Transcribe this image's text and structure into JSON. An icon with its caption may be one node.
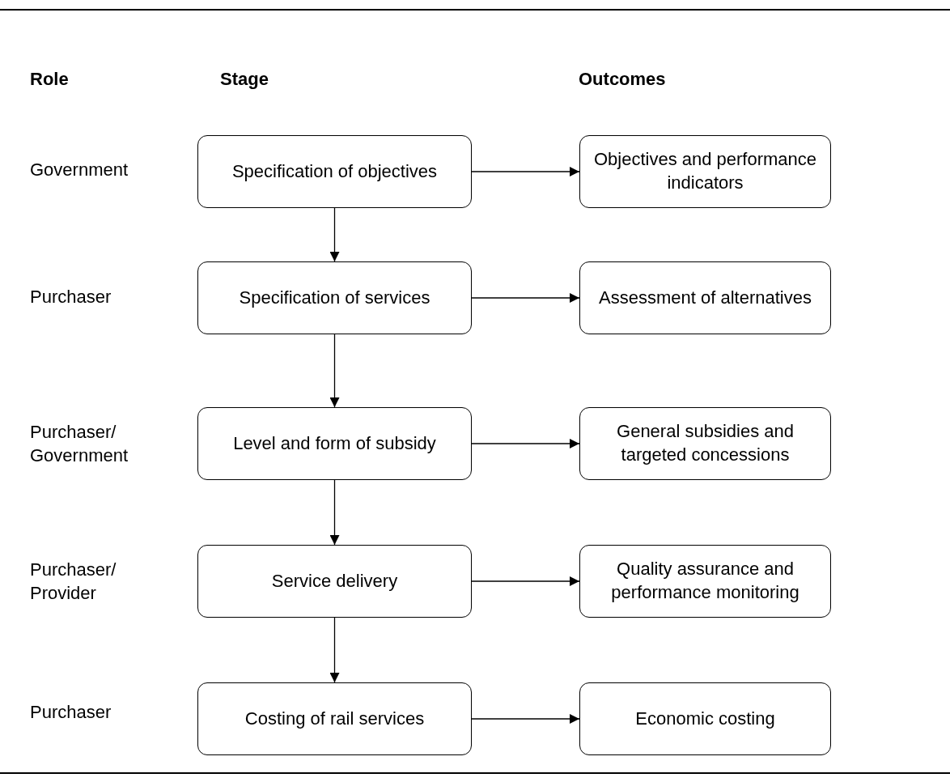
{
  "diagram": {
    "nodes": [
      {
        "text": [
          "Specification of objectives"
        ]
      },
      {
        "text": [
          "Objectives and performance indicators"
        ]
      },
      {
        "text": [
          "Specification of services"
        ]
      },
      {
        "text": [
          "Assessment of alternatives"
        ]
      },
      {
        "text": [
          "Level and form of subsidy"
        ]
      },
      {
        "text": [
          "General subsidies and targeted concessions"
        ]
      },
      {
        "text": [
          "Service delivery"
        ]
      },
      {
        "text": [
          "Quality assurance and performance monitoring"
        ]
      },
      {
        "text": [
          "Costing of rail services"
        ]
      },
      {
        "text": [
          "Economic costing"
        ]
      }
    ],
    "edges": [
      {
        "from": 0,
        "to": 1,
        "arrow": "to"
      },
      {
        "from": 0,
        "to": 2,
        "arrow": "to"
      },
      {
        "from": 2,
        "to": 3,
        "arrow": "to"
      },
      {
        "from": 2,
        "to": 4,
        "arrow": "to"
      },
      {
        "from": 4,
        "to": 5,
        "arrow": "to"
      },
      {
        "from": 4,
        "to": 6,
        "arrow": "to"
      },
      {
        "from": 6,
        "to": 7,
        "arrow": "to"
      },
      {
        "from": 6,
        "to": 8,
        "arrow": "to"
      },
      {
        "from": 8,
        "to": 9,
        "arrow": "to"
      }
    ],
    "labels": [
      "Role",
      "Stage",
      "Outcomes",
      "Government",
      "Purchaser",
      "Purchaser/ Government",
      "Purchaser/ Provider",
      "Purchaser"
    ]
  }
}
